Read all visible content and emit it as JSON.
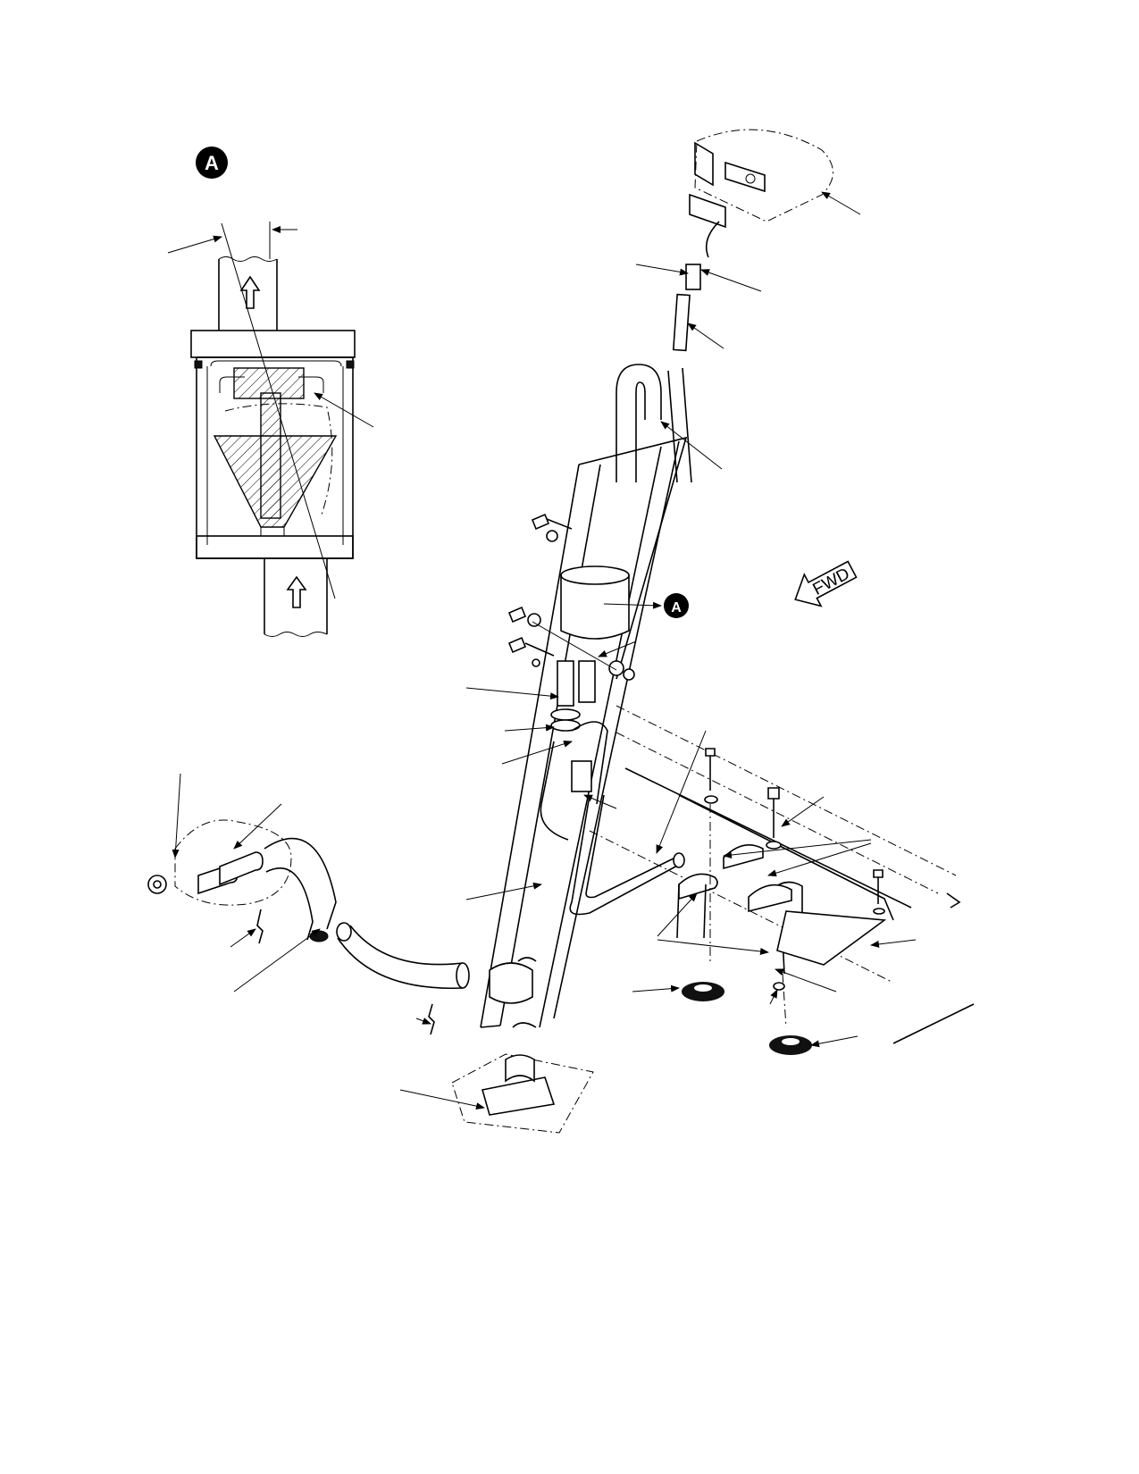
{
  "detail_view": {
    "badge_letter": "A"
  },
  "main_view": {
    "detail_callout_letter": "A",
    "direction_arrow_label": "FWD"
  }
}
